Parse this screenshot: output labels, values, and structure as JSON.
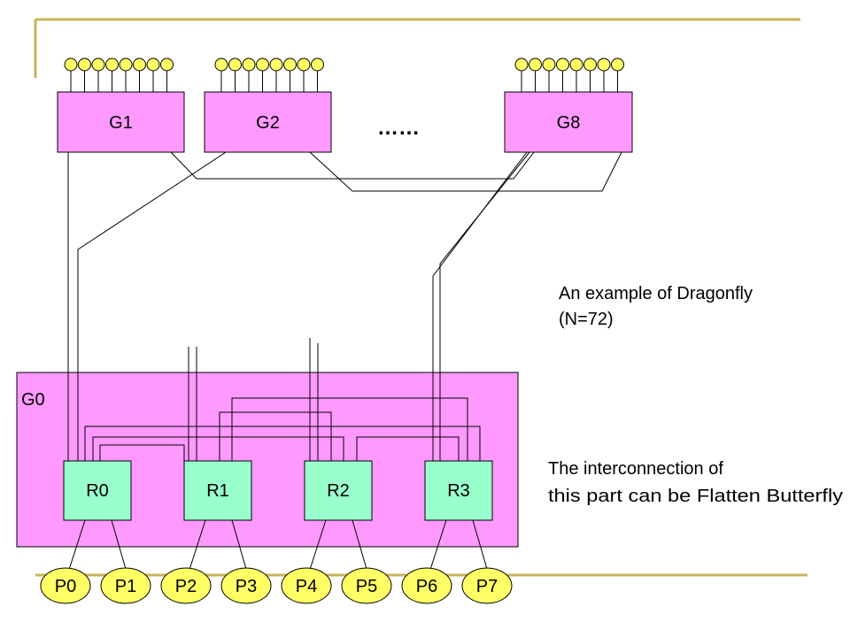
{
  "colors": {
    "background": "#ffffff",
    "group_fill": "#ff99ff",
    "router_fill": "#99ffcc",
    "terminal_fill": "#ffff66",
    "port_dot_fill": "#ffff66",
    "slide_rule": "#c8b45a",
    "line": "#000000"
  },
  "groups": [
    {
      "id": "g1",
      "label": "G1"
    },
    {
      "id": "g2",
      "label": "G2"
    },
    {
      "id": "g8",
      "label": "G8"
    }
  ],
  "ellipsis": "……",
  "g0": {
    "label": "G0",
    "routers": [
      "R0",
      "R1",
      "R2",
      "R3"
    ],
    "terminals": [
      "P0",
      "P1",
      "P2",
      "P3",
      "P4",
      "P5",
      "P6",
      "P7"
    ]
  },
  "notes": {
    "dragonfly_line1": "An example of Dragonfly",
    "dragonfly_line2": "(N=72)",
    "interconnect_line1": "The interconnection of",
    "interconnect_line2": "this part can be Flatten Butterfly"
  }
}
